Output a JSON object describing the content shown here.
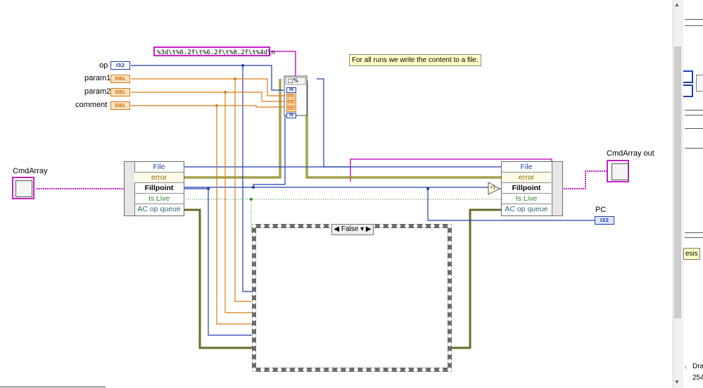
{
  "diagram": {
    "controls": {
      "op": {
        "label": "op",
        "type": "I32"
      },
      "param1": {
        "label": "param1",
        "type": "DBL"
      },
      "param2": {
        "label": "param2",
        "type": "DBL"
      },
      "comment": {
        "label": "comment",
        "type": "DBL"
      }
    },
    "format_string": "%3d\\t%6.2f\\t%6.2f\\t%8.2f\\t%4d\\n",
    "comment_text": "For all runs we write the content to a file.",
    "cmd_array_in": "CmdArray",
    "cmd_array_out": "CmdArray out",
    "pc_indicator": {
      "label": "PC",
      "type": "I32"
    },
    "unbundle_left": {
      "fields": [
        "File",
        "error",
        "Fillpoint",
        "Is Live",
        "AC op queue"
      ]
    },
    "bundle_right": {
      "fields": [
        "File",
        "error",
        "Fillpoint",
        "Is Live",
        "AC op queue"
      ]
    },
    "increment_label": "+1",
    "case_selector": "False",
    "format_terminals": [
      "IN",
      "DBL",
      "DBL",
      "DBL",
      "IN"
    ]
  },
  "sidebar": {
    "visible_text_1": "esis",
    "visible_text_2": "Dra",
    "visible_text_3": "254"
  },
  "colors": {
    "wire_string": "#c71fc7",
    "wire_int": "#1d3fae",
    "wire_dbl": "#d97a16",
    "wire_cluster": "#6a6a2a",
    "wire_error": "#e6d84a",
    "wire_bool": "#2a8a2a",
    "comment_bg": "#ffffc4"
  }
}
